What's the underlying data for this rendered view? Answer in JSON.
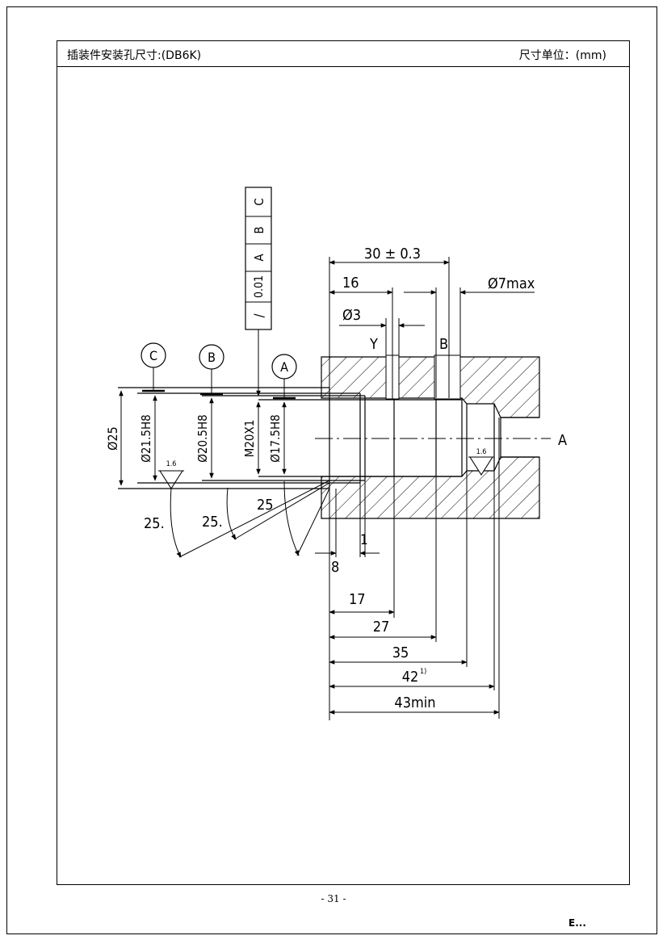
{
  "header": {
    "title": "插装件安装孔尺寸:(DB6K)",
    "unit": "尺寸单位：(mm)"
  },
  "feature_control_frame": {
    "symbol": "/",
    "tolerance": "0.01",
    "datum1": "A",
    "datum2": "B",
    "datum3": "C"
  },
  "datums": {
    "a": "A",
    "b": "B",
    "c": "C"
  },
  "diameters": {
    "d25": "Ø25",
    "d21_5": "Ø21.5H8",
    "d20_5": "Ø20.5H8",
    "m20": "M20X1",
    "d17_5": "Ø17.5H8"
  },
  "top_dimensions": {
    "d30": "30 ± 0.3",
    "d16": "16",
    "d7max": "Ø7max",
    "d3": "Ø3",
    "port_y": "Y",
    "port_b": "B"
  },
  "angles": {
    "a1": "25.",
    "a2": "25.",
    "a3": "25"
  },
  "roughness": {
    "r1": "1.6",
    "r2": "1.6"
  },
  "bottom_dimensions": {
    "d1": "1",
    "d8": "8",
    "d17": "17",
    "d27": "27",
    "d35": "35",
    "d42": "42",
    "d42_note": "1)",
    "d43": "43min"
  },
  "axis_label": "A",
  "footer": {
    "page": "- 31 -",
    "mark": "E..."
  }
}
